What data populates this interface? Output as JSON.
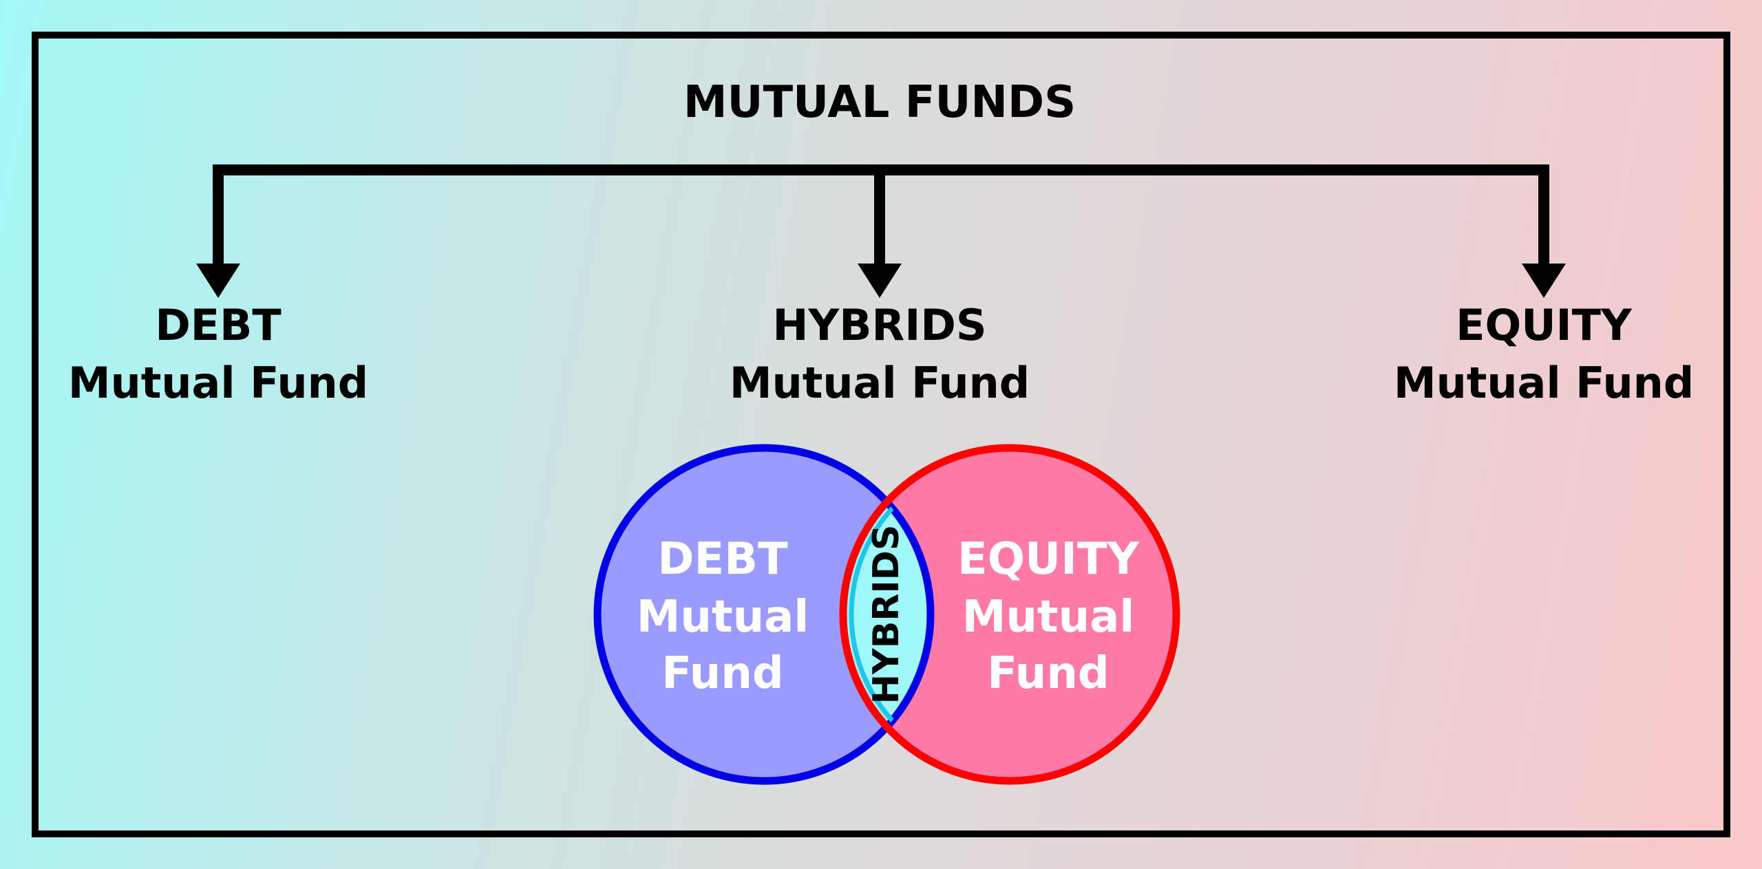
{
  "title": "MUTUAL FUNDS",
  "categories": [
    {
      "name": "DEBT",
      "subtitle": "Mutual Fund"
    },
    {
      "name": "HYBRIDS",
      "subtitle": "Mutual Fund"
    },
    {
      "name": "EQUITY",
      "subtitle": "Mutual Fund"
    }
  ],
  "venn": {
    "left": {
      "line1": "DEBT",
      "line2": "Mutual",
      "line3": "Fund",
      "fill": "#9b9bff",
      "stroke": "#0000e6"
    },
    "right": {
      "line1": "EQUITY",
      "line2": "Mutual",
      "line3": "Fund",
      "fill": "#ff7aa8",
      "stroke": "#ff0000"
    },
    "overlap": {
      "label": "HYBRIDS",
      "fill": "#9ff7f7",
      "stroke": "#22c4e8"
    }
  },
  "colors": {
    "frame": "#000000",
    "text_dark": "#000000",
    "text_light": "#ffffff"
  }
}
